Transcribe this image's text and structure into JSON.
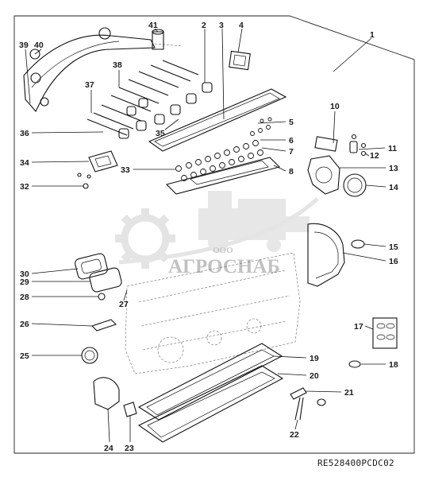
{
  "diagram": {
    "reference_code": "RE528400PCDC02",
    "watermark": {
      "small": "ООО",
      "brand": "АГРОСНАБ"
    },
    "callouts": [
      "1",
      "2",
      "3",
      "4",
      "5",
      "6",
      "7",
      "8",
      "10",
      "11",
      "12",
      "13",
      "14",
      "15",
      "16",
      "17",
      "18",
      "19",
      "20",
      "21",
      "22",
      "23",
      "24",
      "25",
      "26",
      "27",
      "28",
      "29",
      "30",
      "32",
      "33",
      "34",
      "35",
      "36",
      "37",
      "38",
      "39",
      "40",
      "41"
    ]
  }
}
